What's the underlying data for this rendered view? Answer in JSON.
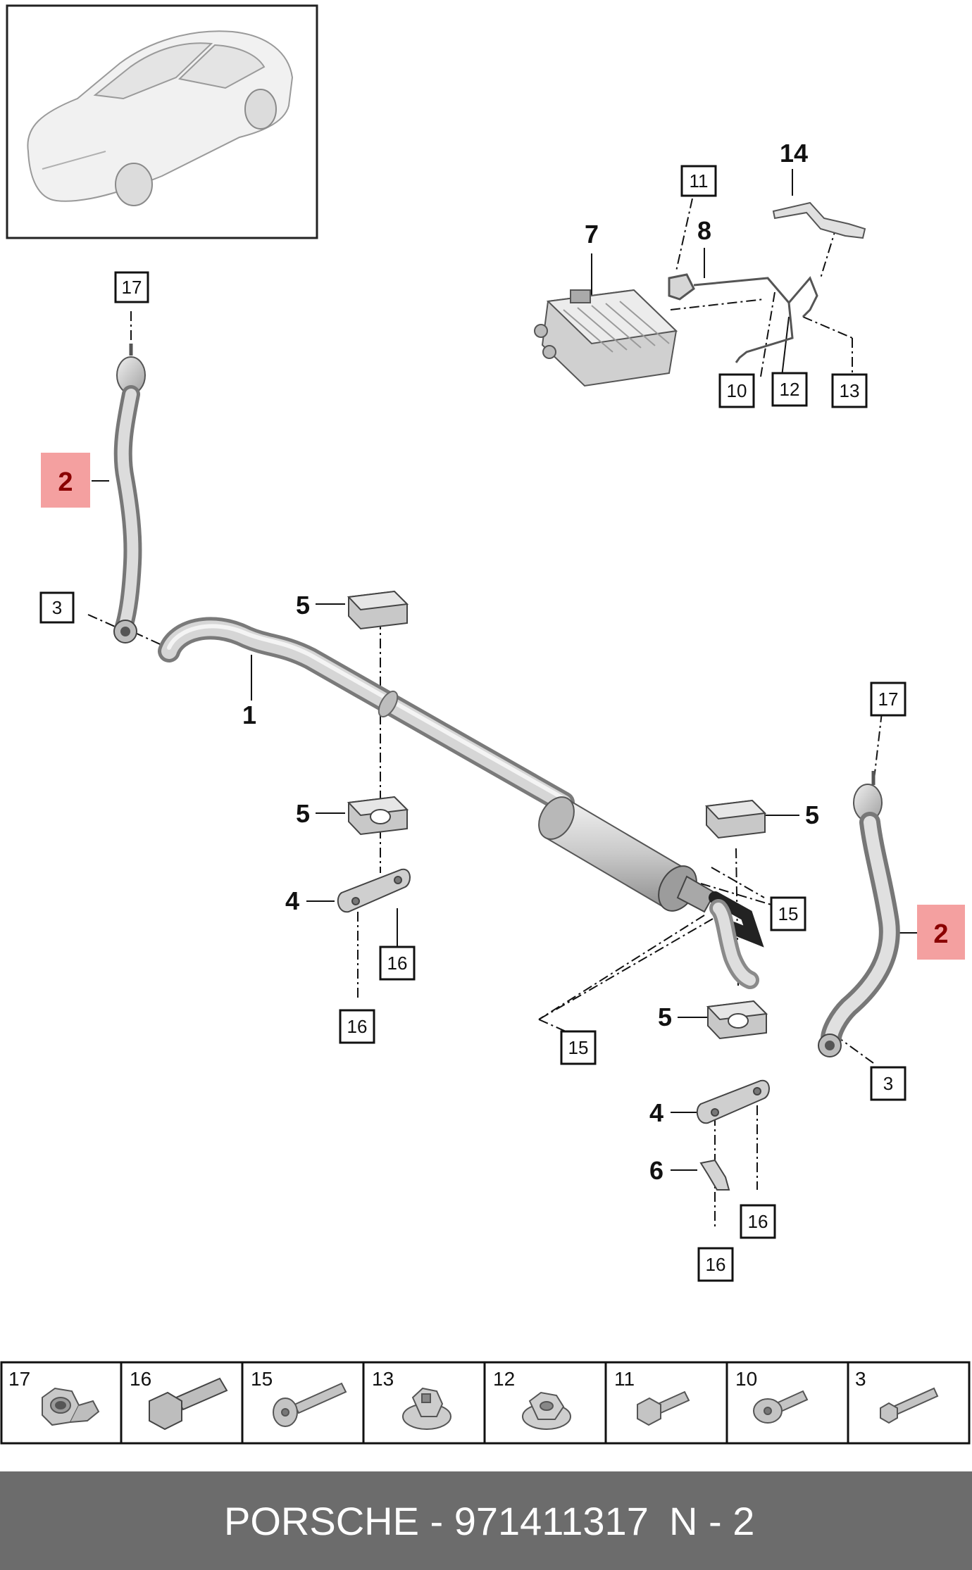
{
  "callouts": {
    "part_1": "1",
    "part_2": "2",
    "part_3": "3",
    "part_4": "4",
    "part_5": "5",
    "part_6": "6",
    "part_7": "7",
    "part_8": "8",
    "part_10": "10",
    "part_11": "11",
    "part_12": "12",
    "part_13": "13",
    "part_14": "14",
    "part_15": "15",
    "part_16": "16",
    "part_17": "17"
  },
  "fastener_strip": [
    {
      "number": "17",
      "icon": "collar-nut-icon"
    },
    {
      "number": "16",
      "icon": "hex-bolt-icon"
    },
    {
      "number": "15",
      "icon": "torx-bolt-icon"
    },
    {
      "number": "13",
      "icon": "flange-nut-icon"
    },
    {
      "number": "12",
      "icon": "hex-nut-icon"
    },
    {
      "number": "11",
      "icon": "hex-bolt-short-icon"
    },
    {
      "number": "10",
      "icon": "pan-head-screw-icon"
    },
    {
      "number": "3",
      "icon": "hex-bolt-small-icon"
    }
  ],
  "footer": {
    "brand_part": "PORSCHE - 971411317",
    "page": "N - 2"
  },
  "colors": {
    "highlight": "#f4a0a0",
    "highlight_text": "#8a0000",
    "footer_bg": "#6c6c6c"
  }
}
